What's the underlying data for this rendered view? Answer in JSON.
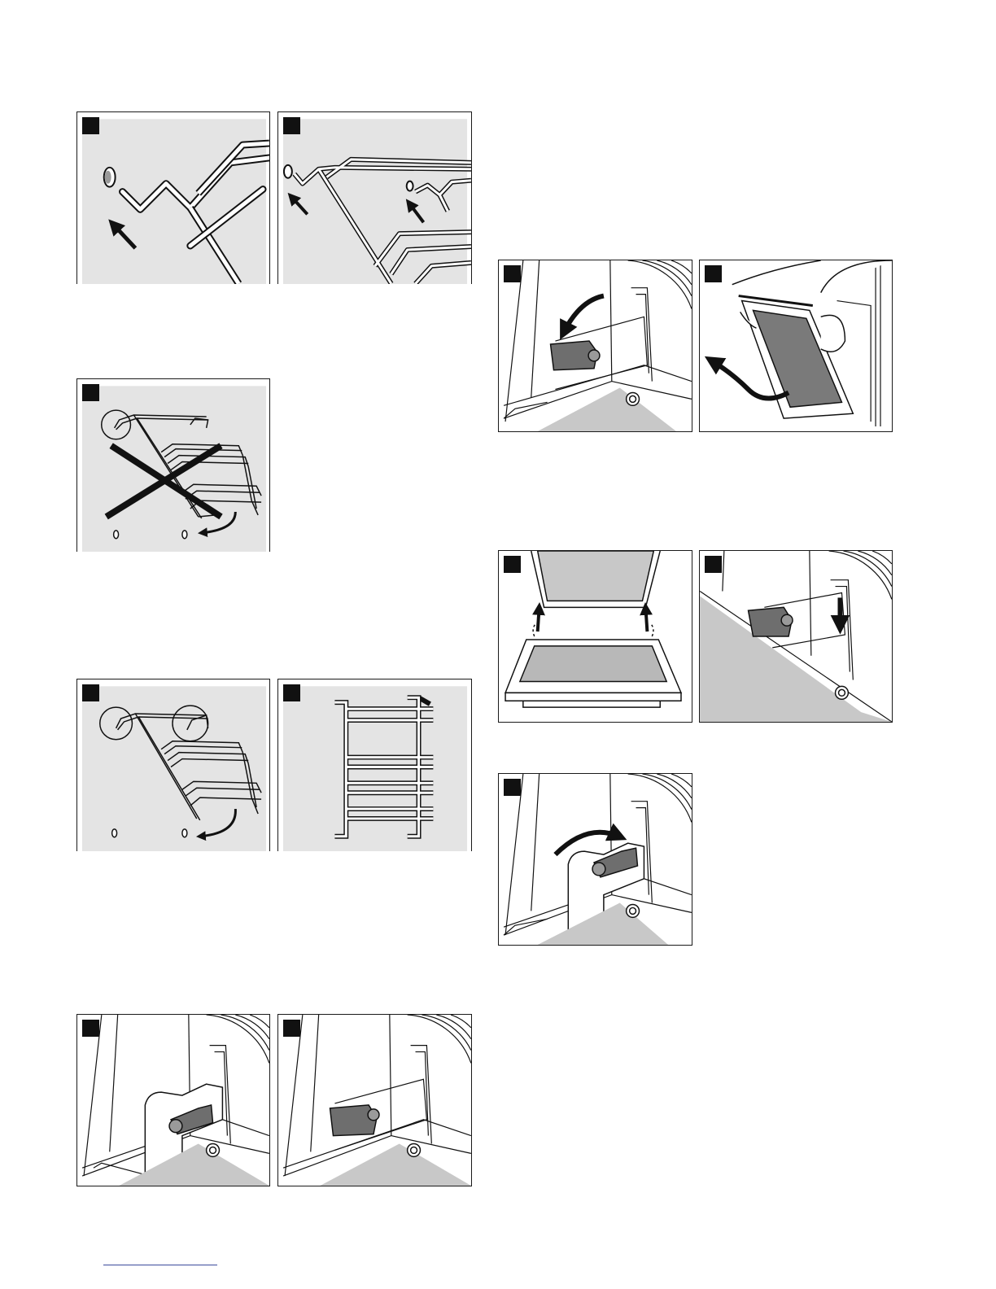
{
  "document": {
    "colors": {
      "panel_background": "#e4e4e4",
      "line": "#111111",
      "hinge_lever": "#6e6e6e",
      "footer_rule": "#3b4a9c"
    },
    "figures": [
      {
        "id": "fig-1a",
        "content": "shelf-rack-hook-into-socket",
        "icons": [
          "arrow-up-left-icon"
        ]
      },
      {
        "id": "fig-1b",
        "content": "shelf-rack-hooks-engaged",
        "icons": [
          "arrow-up-left-icon",
          "arrow-up-left-icon"
        ]
      },
      {
        "id": "fig-2",
        "content": "shelf-rack-incorrect-position",
        "icons": [
          "cross-out-icon",
          "curved-arrow-icon"
        ]
      },
      {
        "id": "fig-3a",
        "content": "shelf-rack-correct-position",
        "icons": [
          "curved-arrow-icon"
        ]
      },
      {
        "id": "fig-3b",
        "content": "shelf-rack-front-view",
        "icons": []
      },
      {
        "id": "fig-4a",
        "content": "hinge-lever-folded",
        "icons": []
      },
      {
        "id": "fig-4b",
        "content": "hinge-lever-opened",
        "icons": []
      },
      {
        "id": "fig-5a",
        "content": "hinge-lever-fold-down",
        "icons": [
          "curved-arrow-icon"
        ]
      },
      {
        "id": "fig-5b",
        "content": "door-lift-off",
        "icons": [
          "curved-arrow-icon"
        ]
      },
      {
        "id": "fig-6a",
        "content": "door-refit-onto-hinges",
        "icons": [
          "arrow-up-icon",
          "arrow-up-icon"
        ]
      },
      {
        "id": "fig-6b",
        "content": "hinge-insert-into-slot",
        "icons": [
          "arrow-down-icon"
        ]
      },
      {
        "id": "fig-7",
        "content": "hinge-lever-fold-back",
        "icons": [
          "curved-arrow-icon"
        ]
      }
    ]
  }
}
